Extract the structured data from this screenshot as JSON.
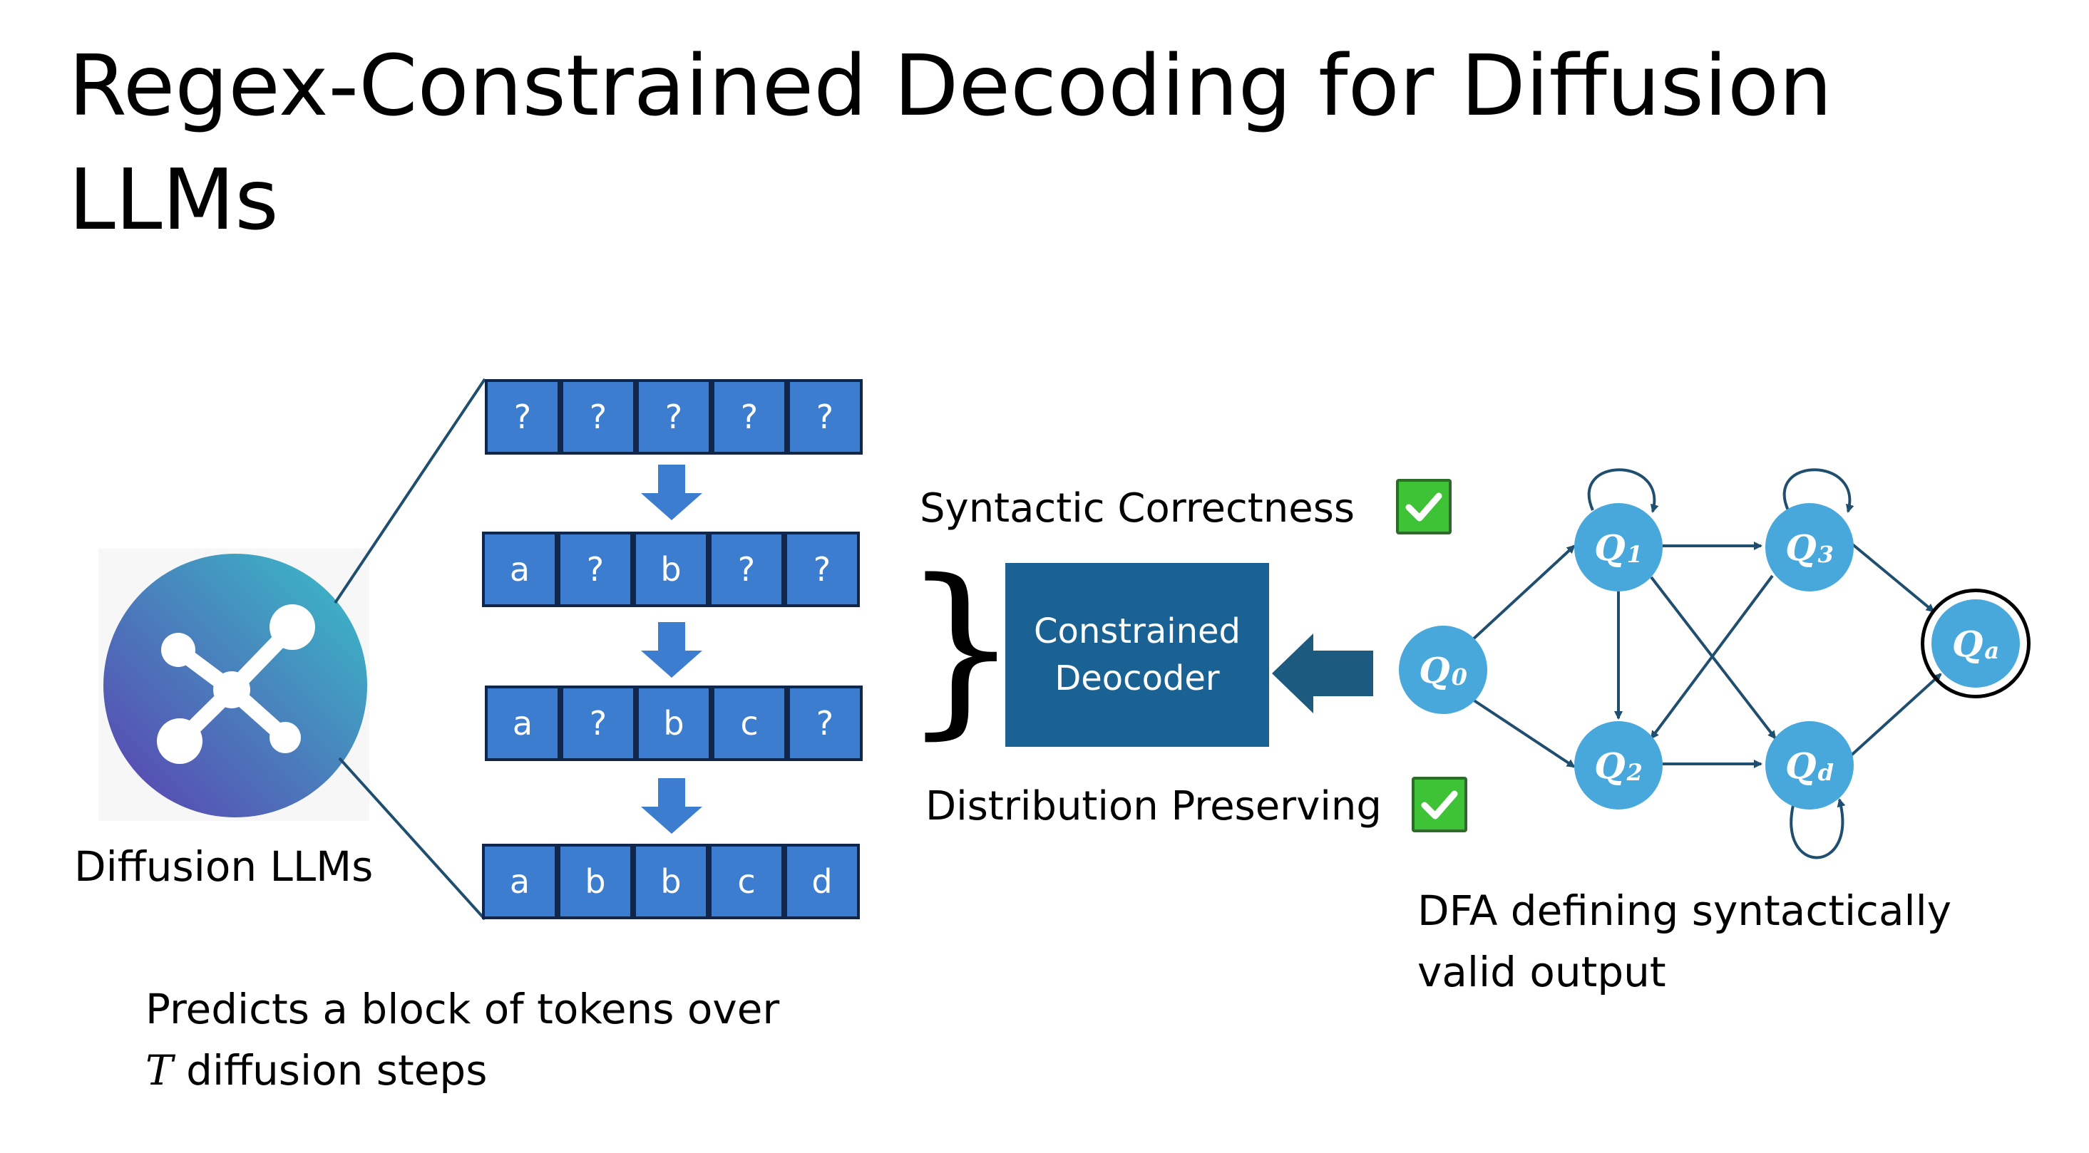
{
  "title": "Regex-Constrained Decoding for Diffusion LLMs",
  "model_label": "Diffusion LLMs",
  "model_caption": {
    "line1": "Predicts a block of tokens over",
    "line2_var": "T",
    "line2_rest": " diffusion steps"
  },
  "token_rows": [
    [
      "?",
      "?",
      "?",
      "?",
      "?"
    ],
    [
      "a",
      "?",
      "b",
      "?",
      "?"
    ],
    [
      "a",
      "?",
      "b",
      "c",
      "?"
    ],
    [
      "a",
      "b",
      "b",
      "c",
      "d"
    ]
  ],
  "brace": "}",
  "decoder": {
    "line1": "Constrained",
    "line2": "Deocoder"
  },
  "properties": {
    "syntactic": "Syntactic Correctness",
    "distribution": "Distribution Preserving"
  },
  "dfa": {
    "states": [
      {
        "id": "q0",
        "base": "Q",
        "sub": "0"
      },
      {
        "id": "q1",
        "base": "Q",
        "sub": "1"
      },
      {
        "id": "q2",
        "base": "Q",
        "sub": "2"
      },
      {
        "id": "q3",
        "base": "Q",
        "sub": "3"
      },
      {
        "id": "qd",
        "base": "Q",
        "sub": "d"
      },
      {
        "id": "qa",
        "base": "Q",
        "sub": "a"
      }
    ],
    "caption_line1": "DFA defining syntactically",
    "caption_line2": "valid output"
  },
  "colors": {
    "token_fill": "#3c7dcf",
    "decoder_fill": "#1a6293",
    "state_fill": "#48a8dc",
    "edge": "#1f4e6f",
    "check_fill": "#3ec236"
  }
}
